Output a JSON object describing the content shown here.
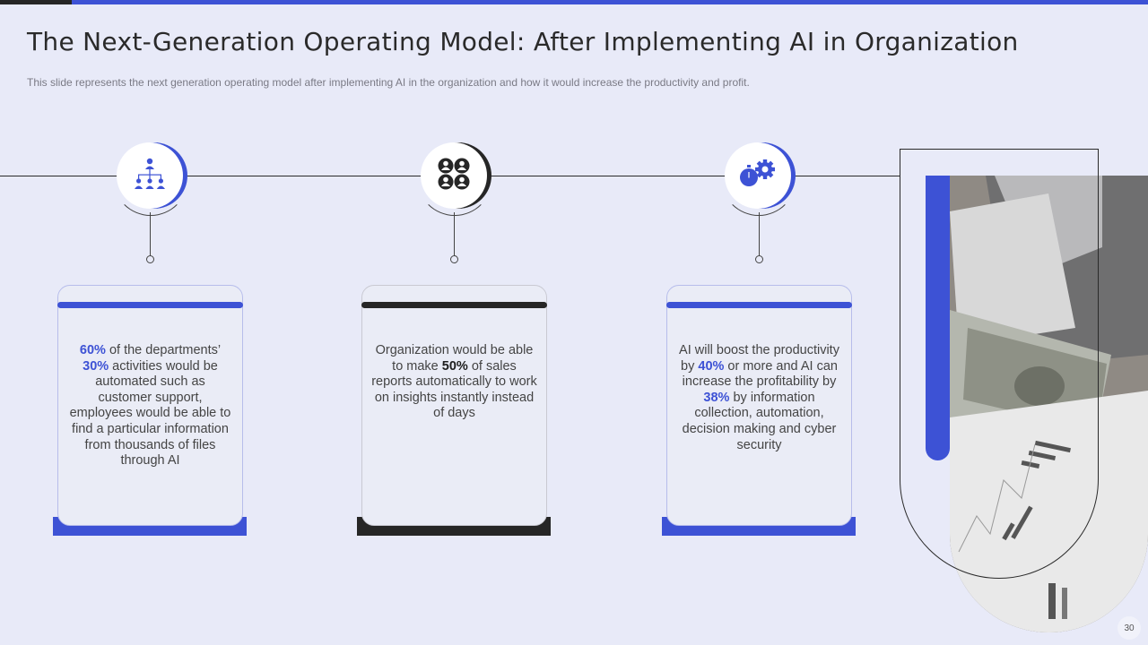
{
  "slide": {
    "title": "The Next-Generation Operating Model: After Implementing AI in Organization",
    "subtitle": "This slide represents the next generation operating model after implementing AI in the organization and how it would increase the productivity and profit.",
    "page_number": "30"
  },
  "colors": {
    "accent": "#3d52d5",
    "dark": "#262626",
    "background": "#e8eaf8"
  },
  "steps": [
    {
      "icon": "org-chart-icon",
      "theme": "blue",
      "text": [
        {
          "t": "60%",
          "hl": true
        },
        {
          "t": " of the departments’ "
        },
        {
          "t": "30%",
          "hl": true
        },
        {
          "t": " activities would be automated such as customer support, employees would be able to find a particular information from thousands of files through AI"
        }
      ]
    },
    {
      "icon": "team-group-icon",
      "theme": "dark",
      "text": [
        {
          "t": "Organization would be able to make "
        },
        {
          "t": "50%",
          "hl": true
        },
        {
          "t": " of  sales reports automatically to work on insights instantly instead of days"
        }
      ]
    },
    {
      "icon": "stopwatch-gear-icon",
      "theme": "blue",
      "text": [
        {
          "t": "AI will boost the productivity by "
        },
        {
          "t": "40%",
          "hl": true
        },
        {
          "t": " or more and AI can increase the profitability by "
        },
        {
          "t": "38%",
          "hl": true
        },
        {
          "t": " by information collection, automation, decision making and cyber security"
        }
      ]
    }
  ]
}
